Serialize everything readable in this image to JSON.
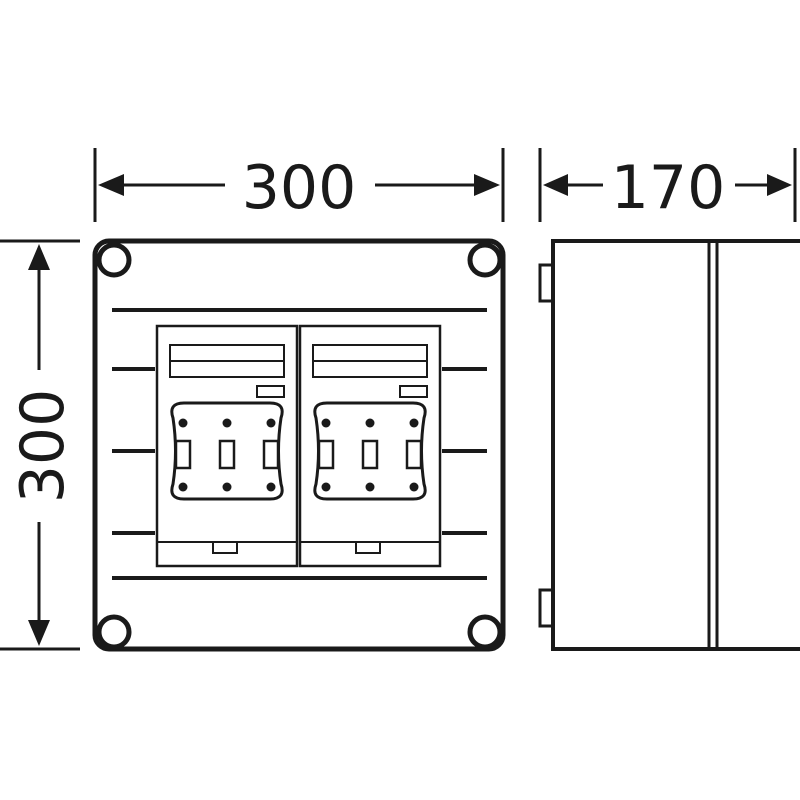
{
  "dimensions": {
    "front_width": "300",
    "side_depth": "170",
    "height": "300"
  },
  "colors": {
    "line": "#1a1a1a",
    "background": "#ffffff",
    "accent": "#e8601c"
  }
}
